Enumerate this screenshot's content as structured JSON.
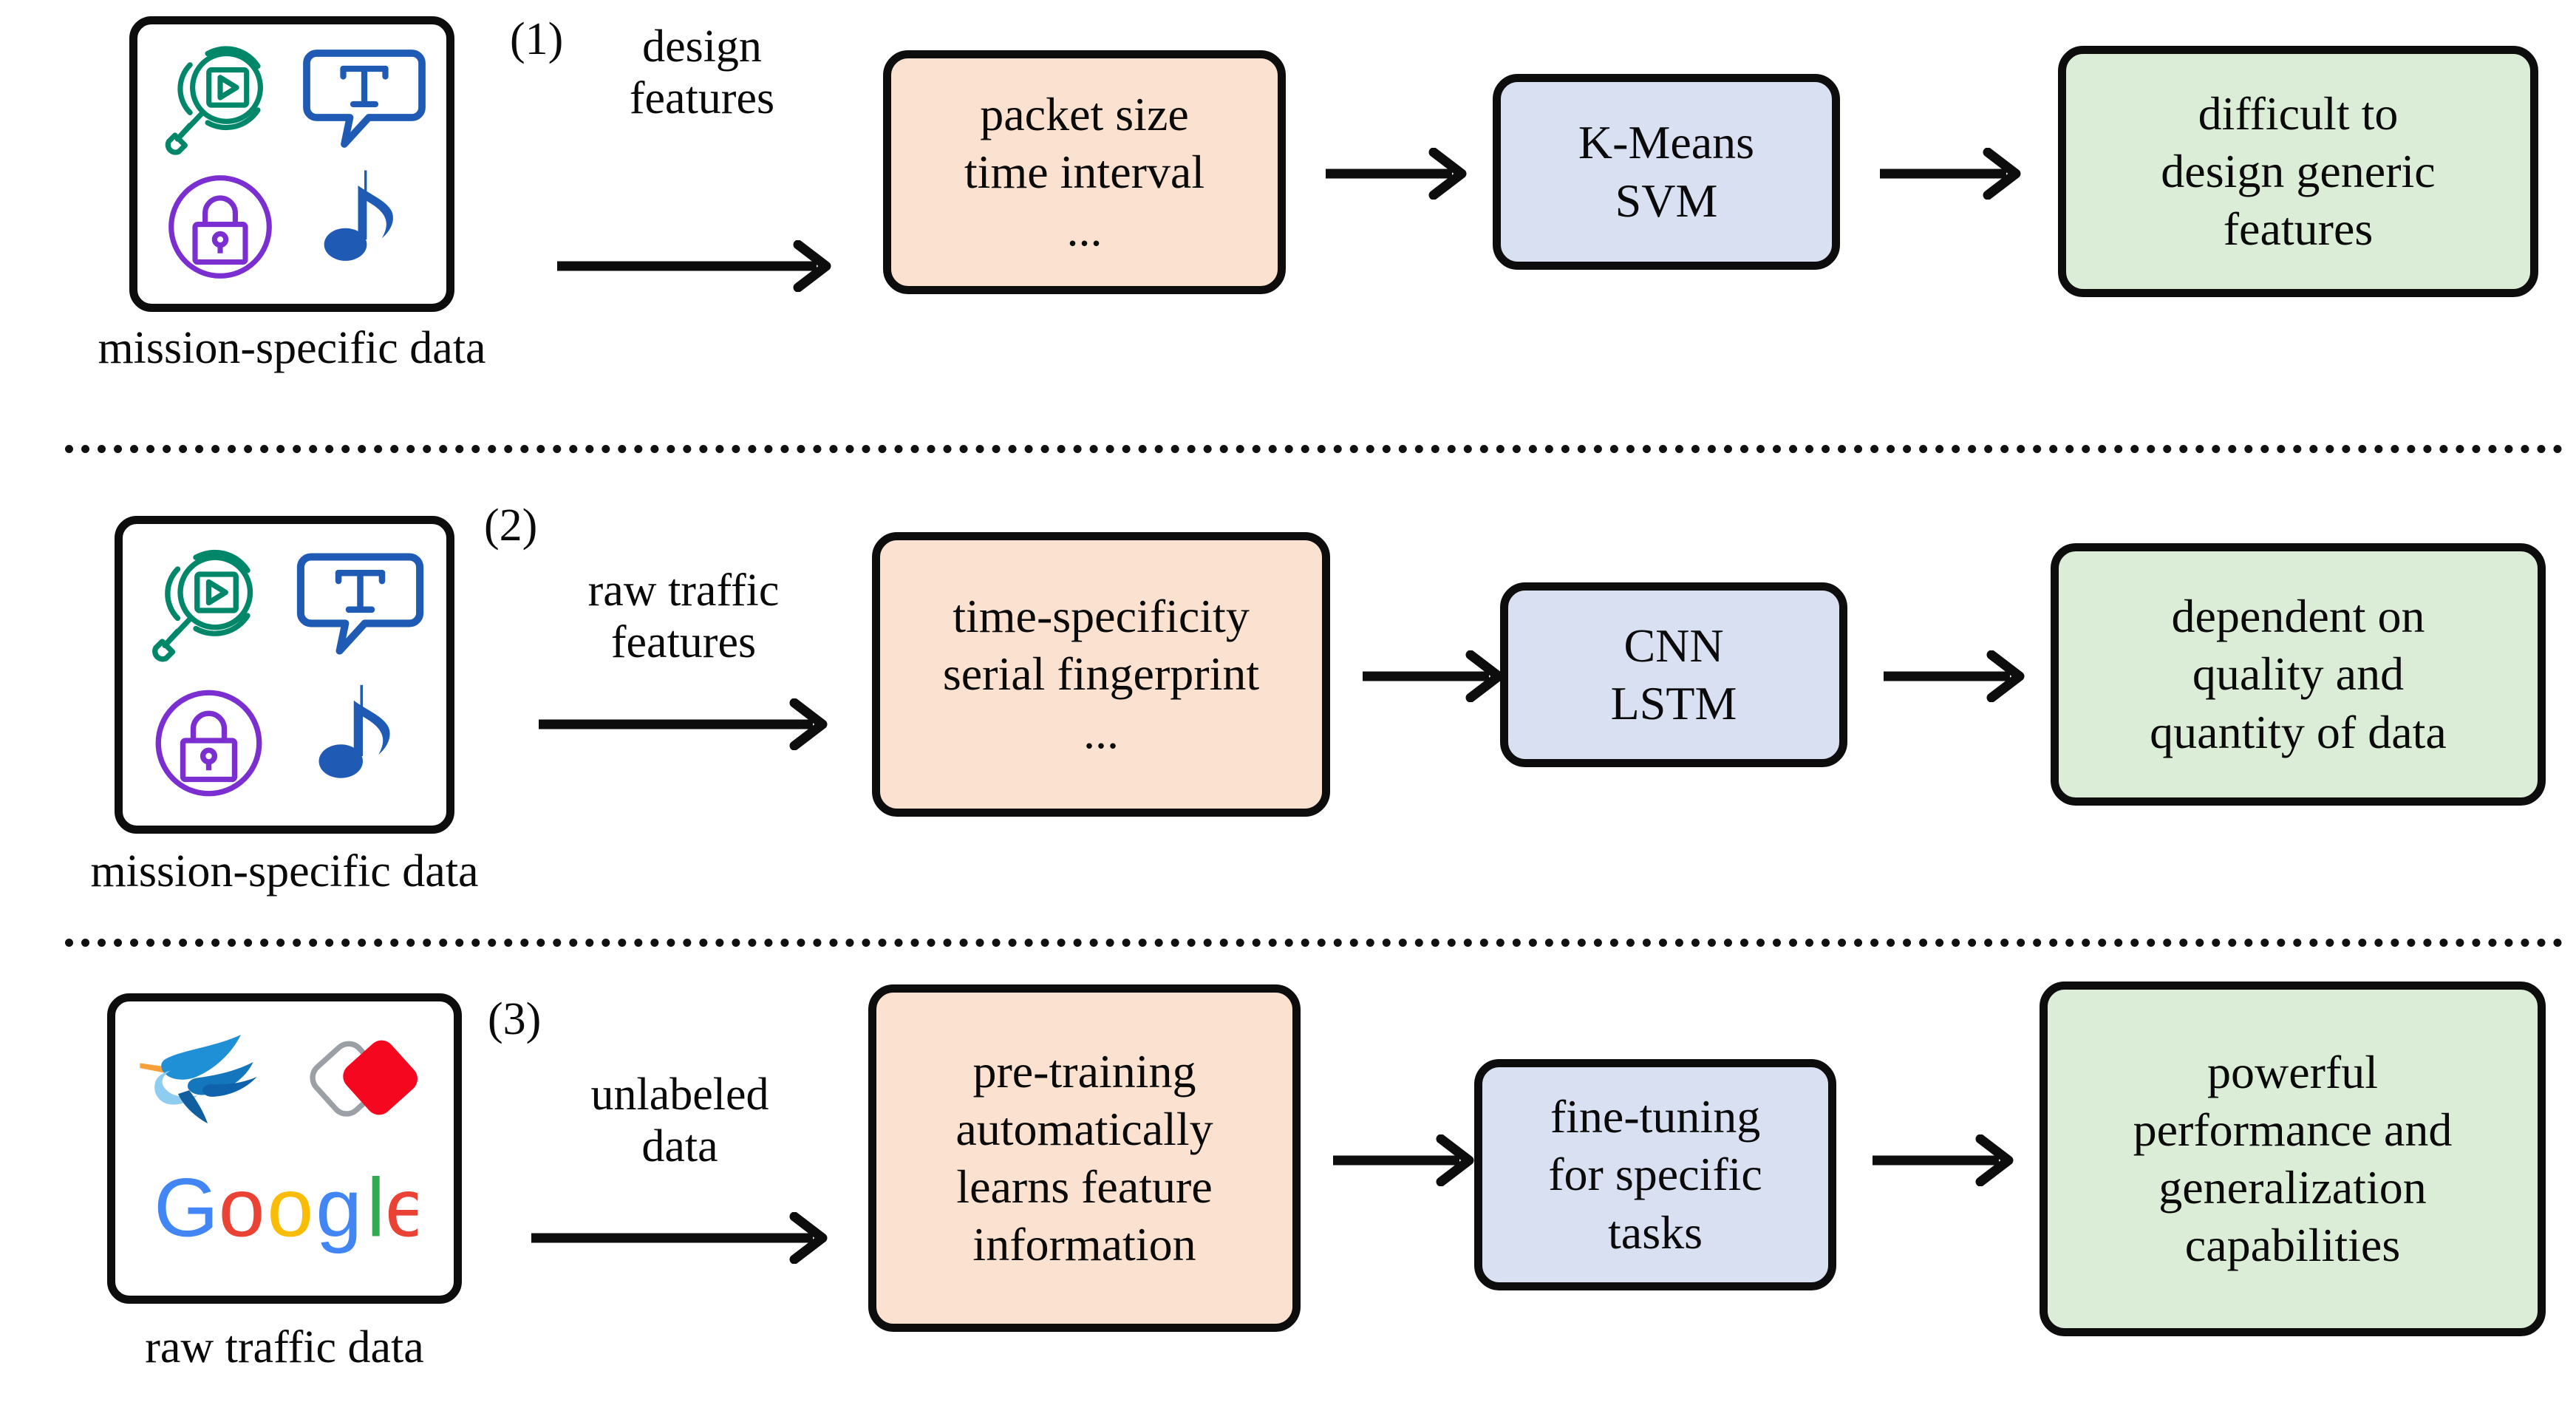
{
  "figure": {
    "type": "diagram",
    "kind": "three-row pipeline comparison"
  },
  "colors": {
    "feature_box_fill": "#fbe1d0",
    "model_box_fill": "#d9e0f2",
    "result_box_fill": "#dcedd7",
    "outline": "#0d0d0d",
    "icon_green": "#00876a",
    "icon_blue": "#1f5bb5",
    "icon_purple": "#7b2fd1",
    "logo_bird_blue": "#1a79c8",
    "logo_red": "#f5071f",
    "google_blue": "#4285f4",
    "google_red": "#ea4335",
    "google_yellow": "#fbbc05",
    "google_green": "#34a853"
  },
  "rows": [
    {
      "step_number": "(1)",
      "source_caption": "mission-specific data",
      "source_icons": [
        "video-search-icon",
        "text-bubble-icon",
        "lock-icon",
        "music-note-icon"
      ],
      "arrow_label": "design\nfeatures",
      "feature_box": "packet size\ntime interval\n...",
      "model_box": "K-Means\nSVM",
      "result_box": "difficult to\ndesign generic\nfeatures"
    },
    {
      "step_number": "(2)",
      "source_caption": "mission-specific data",
      "source_icons": [
        "video-search-icon",
        "text-bubble-icon",
        "lock-icon",
        "music-note-icon"
      ],
      "arrow_label": "raw traffic\nfeatures",
      "feature_box": "time-specificity\nserial fingerprint\n...",
      "model_box": "CNN\nLSTM",
      "result_box": "dependent on\nquality and\nquantity of data"
    },
    {
      "step_number": "(3)",
      "source_caption": "raw traffic data",
      "source_icons": [
        "hummingbird-logo-icon",
        "red-diamond-logo-icon",
        "google-logo-icon"
      ],
      "arrow_label": "unlabeled\ndata",
      "feature_box": "pre-training\nautomatically\nlearns feature\ninformation",
      "model_box": "fine-tuning\nfor specific\ntasks",
      "result_box": "powerful\nperformance and\ngeneralization\ncapabilities"
    }
  ],
  "google_logo_letters": [
    "G",
    "o",
    "o",
    "g",
    "l",
    "e"
  ]
}
